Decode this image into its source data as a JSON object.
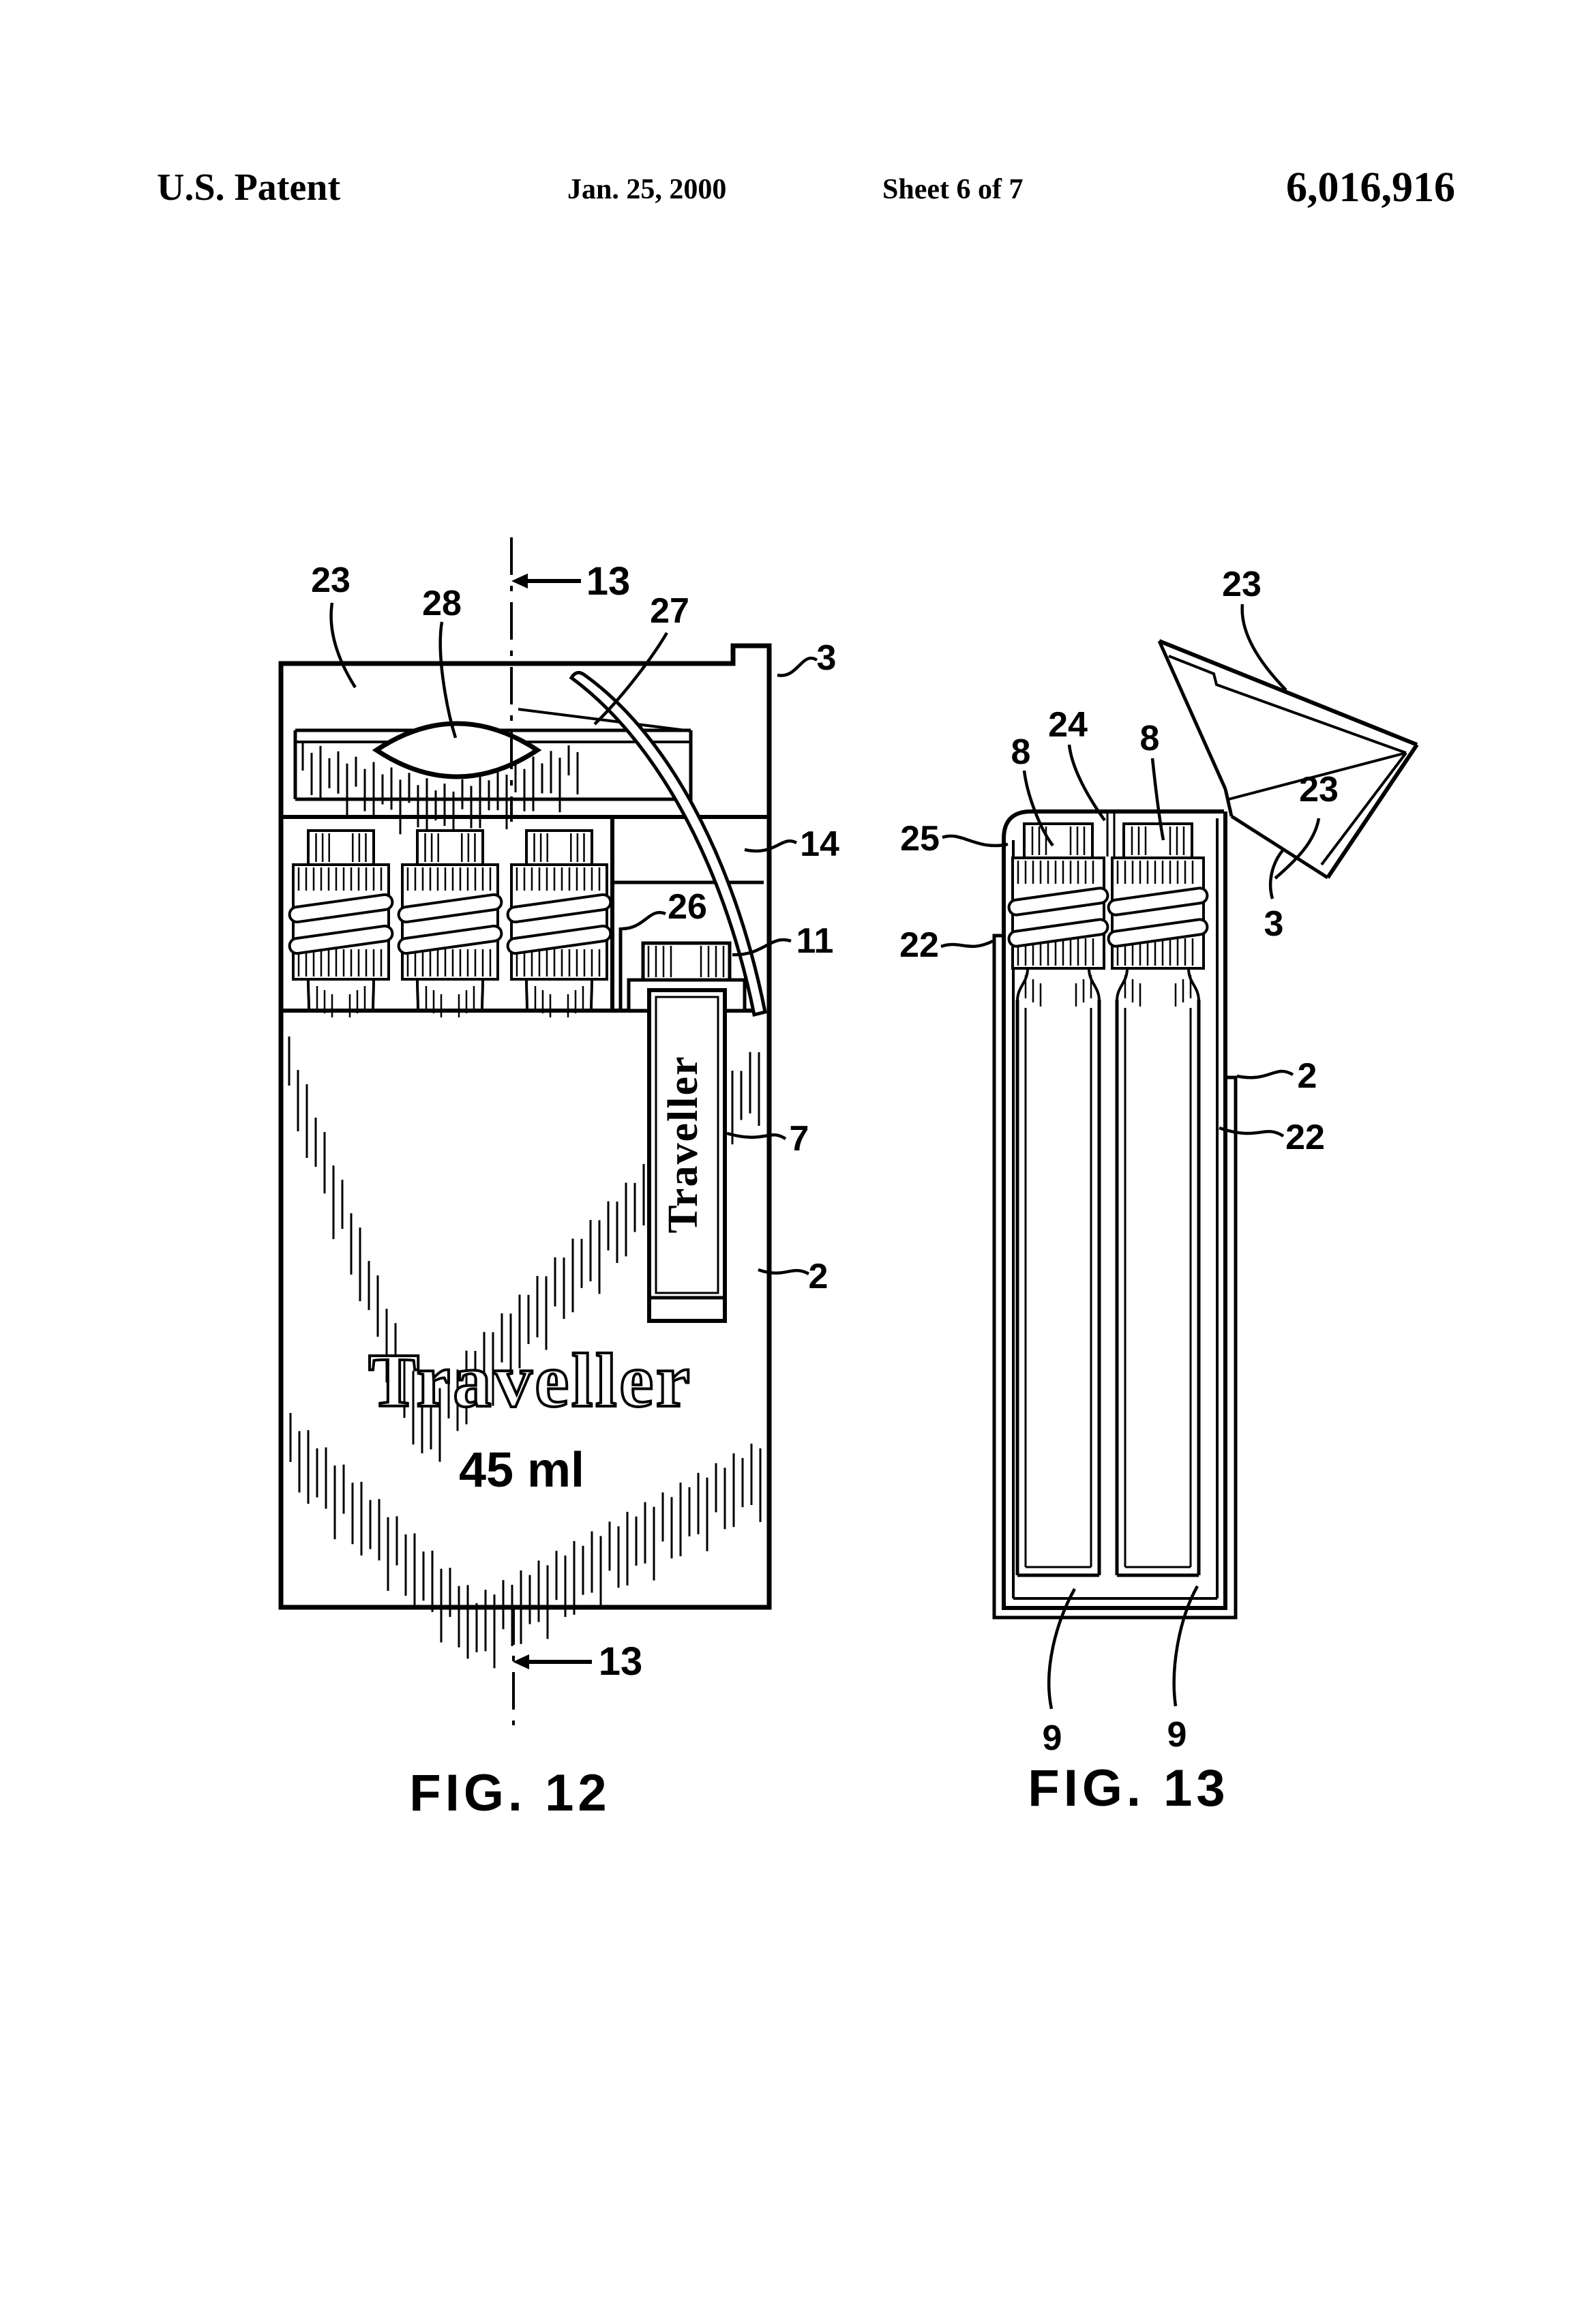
{
  "header": {
    "title": "U.S. Patent",
    "date": "Jan. 25, 2000",
    "sheet": "Sheet 6 of 7",
    "patent_number": "6,016,916"
  },
  "fig12": {
    "caption": "FIG. 12",
    "package_brand": "Traveller",
    "package_volume": "45 ml",
    "bottle_brand": "Traveller",
    "labels": {
      "l23": "23",
      "l28": "28",
      "l13": "13",
      "l27": "27",
      "l3": "3",
      "l14": "14",
      "l26": "26",
      "l11": "11",
      "l7": "7",
      "l2": "2"
    }
  },
  "fig13": {
    "caption": "FIG. 13",
    "labels": {
      "l23": "23",
      "l24": "24",
      "l8": "8",
      "l25": "25",
      "l22": "22",
      "l3": "3",
      "l2": "2",
      "l9": "9"
    }
  },
  "colors": {
    "ink": "#000000",
    "paper": "#ffffff"
  }
}
